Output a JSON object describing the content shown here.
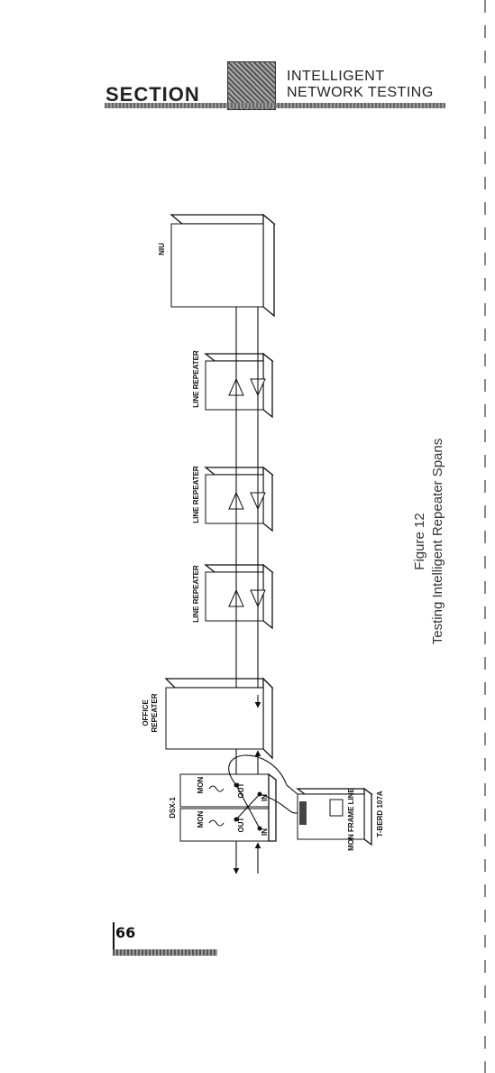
{
  "header": {
    "section_label": "SECTION",
    "brand_line1": "INTELLIGENT",
    "brand_line2": "NETWORK TESTING"
  },
  "diagram": {
    "niu_label": "NIU",
    "line_repeater_labels": [
      "LINE REPEATER",
      "LINE REPEATER",
      "LINE REPEATER"
    ],
    "office_repeater_line1": "OFFICE",
    "office_repeater_line2": "REPEATER",
    "dsx_label": "DSX-1",
    "jack_labels": [
      "MON",
      "OUT",
      "IN"
    ],
    "test_set_label": "T-BERD 107A",
    "test_set_panel_text": "MON FRAME LINE"
  },
  "caption": {
    "figure_number": "Figure 12",
    "figure_title": "Testing Intelligent Repeater Spans"
  },
  "footer": {
    "page_number": "66"
  }
}
